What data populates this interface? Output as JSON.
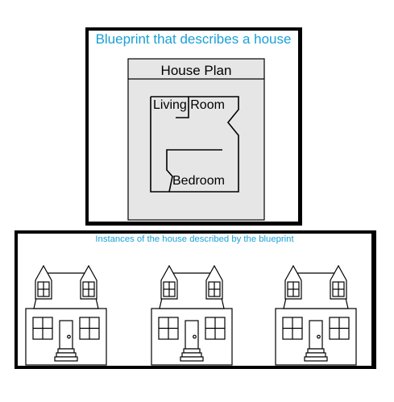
{
  "colors": {
    "accent": "#1aa0d6",
    "plan_fill": "#e6e6e6",
    "line": "#000000"
  },
  "blueprint": {
    "title": "Blueprint that describes a house",
    "plan_title": "House Plan",
    "room_1": "Living Room",
    "room_2": "Bedroom"
  },
  "instances": {
    "caption": "Instances of the house described by the blueprint",
    "count": 3
  }
}
